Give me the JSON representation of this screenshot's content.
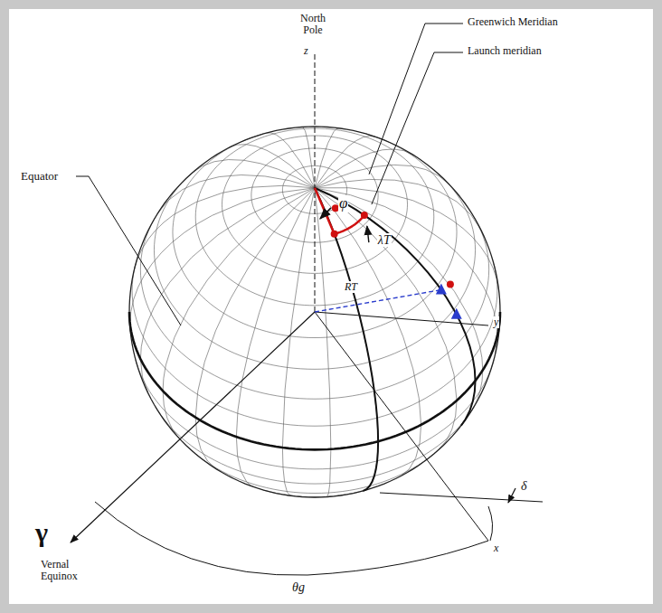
{
  "diagram": {
    "labels": [
      "North Pole",
      "z",
      "Greenwich Meridian",
      "Launch meridian",
      "Equator",
      "φ",
      "λT",
      "RT",
      "y",
      "δ",
      "x",
      "γ",
      "Vernal Equinox",
      "θg"
    ]
  }
}
